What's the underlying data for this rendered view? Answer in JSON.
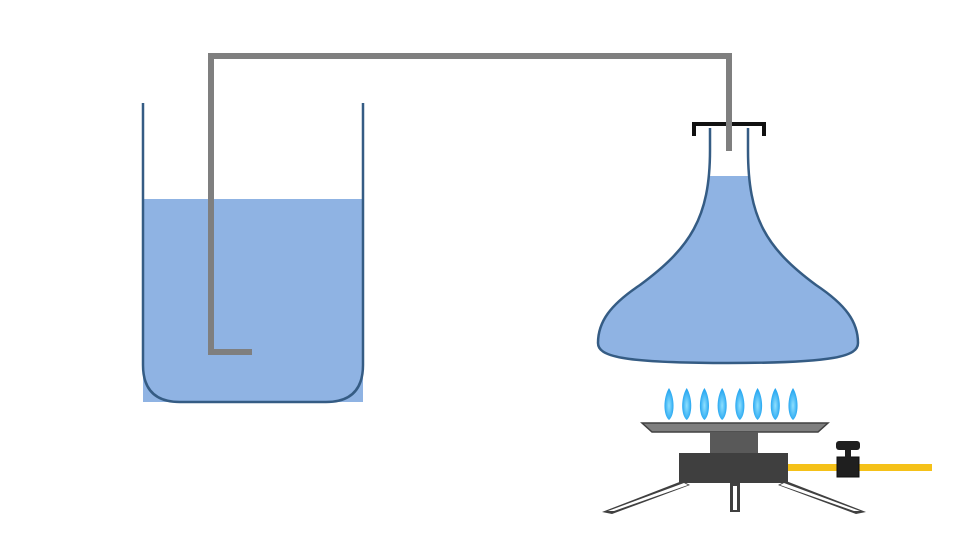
{
  "colors": {
    "background": "#ffffff",
    "water": "#8fb3e3",
    "glass_outline": "#355c84",
    "tube": "#7f7f7f",
    "stopper": "#111111",
    "burner_dark": "#3f3f3f",
    "burner_mid": "#595959",
    "burner_plate": "#7f7f7f",
    "stand_legs": "#404040",
    "gas_hose": "#f5c118",
    "valve": "#1f1f1f",
    "flame_outer": "#1aa0ef",
    "flame_inner": "#8fe0ff"
  },
  "components": {
    "beaker": {
      "icon": "beaker-icon",
      "contains": "water"
    },
    "flask": {
      "icon": "flask-icon",
      "contains": "water"
    },
    "delivery_tube": {
      "icon": "bent-tube-icon"
    },
    "stopper": {
      "icon": "stopper-icon"
    },
    "burner": {
      "icon": "gas-burner-icon",
      "flame_count": 8
    },
    "gas_hose": {
      "icon": "gas-hose-icon"
    },
    "valve": {
      "icon": "valve-icon"
    }
  }
}
